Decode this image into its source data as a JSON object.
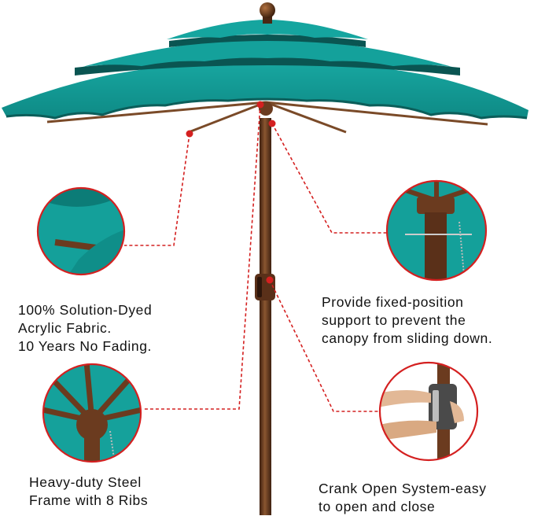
{
  "features": [
    {
      "id": "fabric",
      "lines": [
        "100% Solution-Dyed",
        "Acrylic Fabric.",
        "10 Years No Fading."
      ]
    },
    {
      "id": "frame",
      "lines": [
        "Heavy-duty Steel",
        "Frame with 8 Ribs"
      ]
    },
    {
      "id": "support",
      "lines": [
        "Provide fixed-position",
        "support to prevent the",
        "canopy from sliding down."
      ]
    },
    {
      "id": "crank",
      "lines": [
        "Crank Open System-easy",
        "to open and close"
      ]
    }
  ],
  "colors": {
    "canopy": "#12948f",
    "canopy_dark": "#0b6e6a",
    "pole": "#6b3b1f",
    "callout": "#d42020"
  }
}
